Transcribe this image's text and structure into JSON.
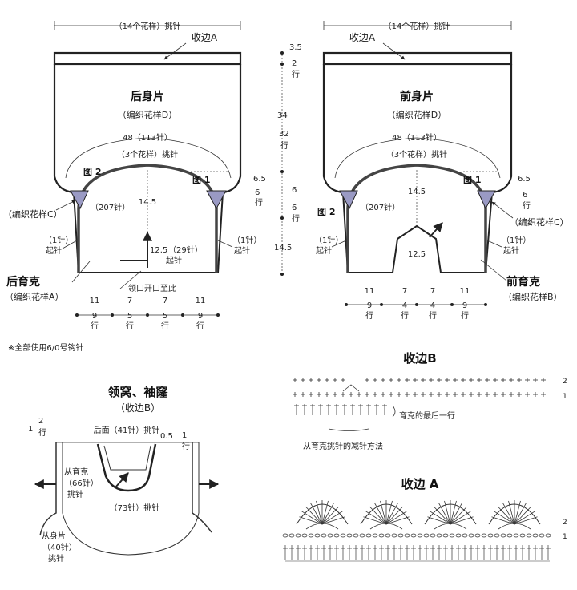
{
  "back": {
    "top_width": "（14个花样）挑针",
    "edging": "收边A",
    "title": "后身片",
    "pattern": "（编织花样D）",
    "bottom_curve": "48（113针）",
    "motif_pick": "（3个花样）挑针",
    "fig_left": "图 2",
    "fig_right": "图 1",
    "curve_len": "（207针）",
    "height_center": "14.5",
    "depth": "12.5",
    "depth_sts": "（29针）",
    "start": "起针",
    "left_sts": "（1针）",
    "left_start": "起针",
    "right_sts": "（1针）",
    "right_start": "起针",
    "pattern_c": "（编织花样C）",
    "yoke_title": "后育克",
    "yoke_pattern": "（编织花样A）",
    "neck_note": "领口开口至此",
    "bottom": [
      {
        "top": "11",
        "mid": "9",
        "bot": "行"
      },
      {
        "top": "7",
        "mid": "5",
        "bot": "行"
      },
      {
        "top": "7",
        "mid": "5",
        "bot": "行"
      },
      {
        "top": "11",
        "mid": "9",
        "bot": "行"
      }
    ]
  },
  "center_dims": {
    "d1": "3.5",
    "d1_rows": "2",
    "d1_unit": "行",
    "d2": "34",
    "d2_rows": "32",
    "d2_unit": "行",
    "d3": "6",
    "d3_rows": "6",
    "d3_unit": "行",
    "d4": "14.5"
  },
  "front": {
    "top_width": "（14个花样）挑针",
    "edging": "收边A",
    "title": "前身片",
    "pattern": "（编织花样D）",
    "bottom_curve": "48（113针）",
    "motif_pick": "（3个花样）挑针",
    "fig_right": "图 1",
    "fig_left": "图 2",
    "curve_len": "（207针）",
    "height_center": "14.5",
    "depth": "12.5",
    "side": "6.5",
    "side_rows": "6",
    "side_unit": "行",
    "back_side": "6.5",
    "back_side_rows": "6",
    "back_side_unit": "行",
    "left_sts": "（1针）",
    "left_start": "起针",
    "right_sts": "（1针）",
    "right_start": "起针",
    "pattern_c": "（编织花样C）",
    "yoke_title": "前育克",
    "yoke_pattern": "（编织花样B）",
    "bottom": [
      {
        "top": "11",
        "mid": "9",
        "bot": "行"
      },
      {
        "top": "7",
        "mid": "4",
        "bot": "行"
      },
      {
        "top": "7",
        "mid": "4",
        "bot": "行"
      },
      {
        "top": "11",
        "mid": "9",
        "bot": "行"
      }
    ]
  },
  "note": "※全部使用6/0号钩针",
  "neck": {
    "title": "领窝、袖窿",
    "edging": "（收边B）",
    "back_neck": "后面（41针）挑针",
    "back_neck_offset": "0.5",
    "left_h": "1",
    "left_rows": "2",
    "left_unit": "行",
    "right_h": "1",
    "right_unit": "行",
    "from_yoke": "从育克",
    "yoke_sts": "（66针）",
    "yoke_pick": "挑针",
    "front_neck": "（73针）挑针",
    "from_body": "从身片",
    "body_sts": "（40针）",
    "body_pick": "挑针"
  },
  "edge_b": {
    "title": "收边B",
    "row2": "2",
    "row1": "1",
    "last_row": "育克的最后一行",
    "decrease": "从育克挑针的减针方法"
  },
  "edge_a": {
    "title": "收边 A",
    "row2": "2",
    "row1": "1"
  }
}
